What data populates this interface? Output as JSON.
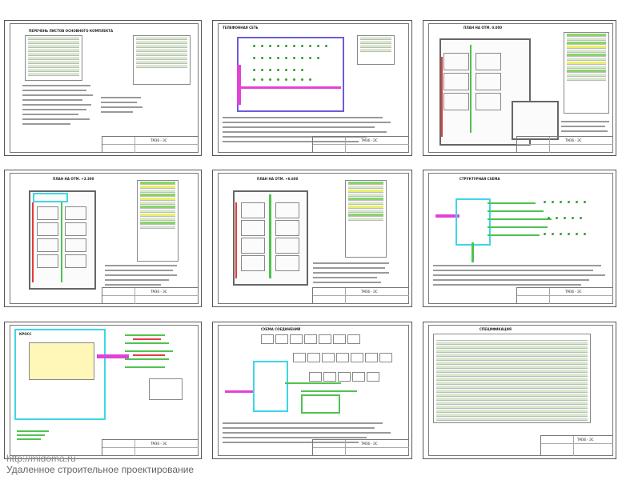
{
  "sheets": [
    {
      "id": "sheet-1",
      "title": "ПЕРЕЧЕНЬ ЛИСТОВ ОСНОВНОГО КОМПЛЕКТА",
      "code": "ТМЗ6 - ЭС"
    },
    {
      "id": "sheet-2",
      "title": "ТЕЛЕФОННАЯ СЕТЬ",
      "code": "ТМЗ6 - ЭС"
    },
    {
      "id": "sheet-3",
      "title": "ПЛАН НА ОТМ. 0.000",
      "code": "ТМЗ6 - ЭС"
    },
    {
      "id": "sheet-4",
      "title": "ПЛАН НА ОТМ. +3.300",
      "code": "ТМЗ6 - ЭС"
    },
    {
      "id": "sheet-5",
      "title": "ПЛАН НА ОТМ. +6.600",
      "code": "ТМЗ6 - ЭС"
    },
    {
      "id": "sheet-6",
      "title": "СТРУКТУРНАЯ СХЕМА",
      "code": "ТМЗ6 - ЭС"
    },
    {
      "id": "sheet-7",
      "title": "КРОСС",
      "code": "ТМЗ6 - ЭС"
    },
    {
      "id": "sheet-8",
      "title": "СХЕМА СОЕДИНЕНИЙ",
      "code": "ТМЗ6 - ЭС"
    },
    {
      "id": "sheet-9",
      "title": "СПЕЦИФИКАЦИЯ",
      "code": "ТМЗ6 - ЭС"
    }
  ],
  "footer": {
    "url": "http://midoma.ru",
    "caption": "Удаленное строительное проектирование"
  }
}
